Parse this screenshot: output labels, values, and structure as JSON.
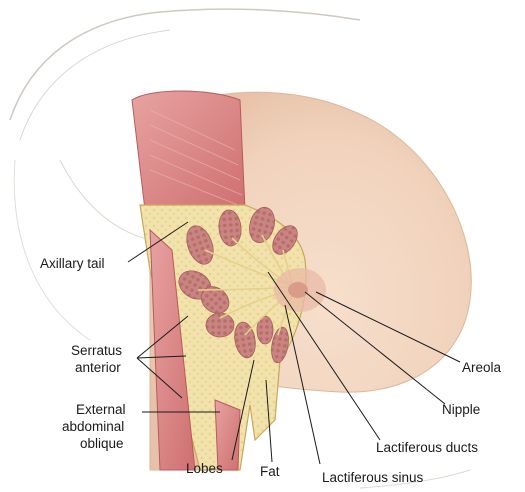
{
  "labels": {
    "axillary_tail": "Axillary tail",
    "serratus_line1": "Serratus",
    "serratus_line2": "anterior",
    "external_line1": "External",
    "external_line2": "abdominal",
    "external_line3": "oblique",
    "lobes": "Lobes",
    "fat": "Fat",
    "lactiferous_sinus": "Lactiferous sinus",
    "lactiferous_ducts": "Lactiferous ducts",
    "nipple": "Nipple",
    "areola": "Areola"
  },
  "colors": {
    "skin": "#f4d9c4",
    "muscle": "#d87f7f",
    "fat": "#f2e2a6",
    "lobe": "#c9827d",
    "outline": "#bdb5aa"
  }
}
